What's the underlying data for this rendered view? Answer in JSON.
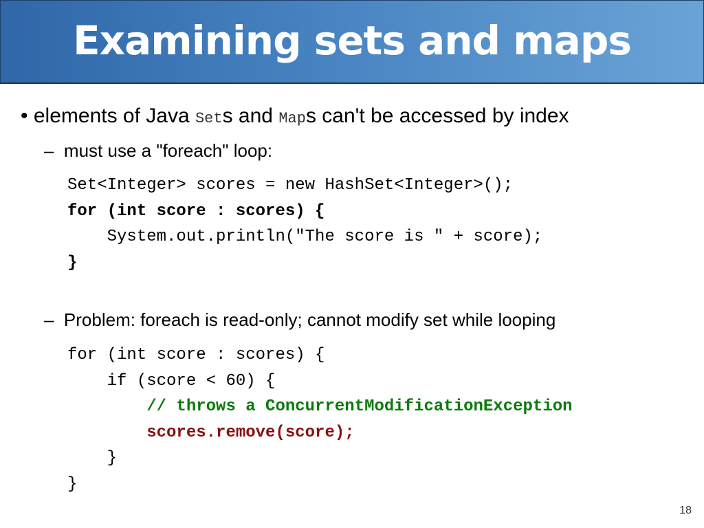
{
  "slide": {
    "title": "Examining sets and maps",
    "bullet": {
      "marker": "•",
      "text_1": "elements of Java ",
      "code_set": "Set",
      "text_2": "s and ",
      "code_map": "Map",
      "text_3": "s can't be accessed by index"
    },
    "sub_1": {
      "marker": "–",
      "text": "must use a \"foreach\" loop:"
    },
    "code_1": [
      "Set<Integer> scores = new HashSet<Integer>();",
      "for (int score : scores) {",
      "    System.out.println(\"The score is \" + score);",
      "}"
    ],
    "sub_2": {
      "marker": "–",
      "text": "Problem: foreach is read-only; cannot modify set while looping"
    },
    "code_2": [
      "for (int score : scores) {",
      "    if (score < 60) {",
      "        // throws a ConcurrentModificationException",
      "        scores.remove(score);",
      "    }",
      "}"
    ],
    "page_number": "18"
  }
}
